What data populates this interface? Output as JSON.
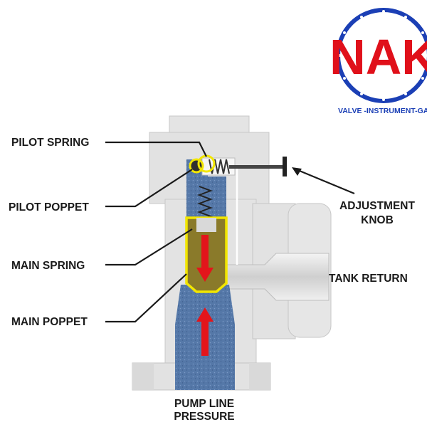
{
  "logo": {
    "name": "NAK",
    "tagline": "VALVE -INSTRUMENT-GASKI",
    "ring_color": "#1b3fb5",
    "text_color": "#e0101a"
  },
  "labels": {
    "pilot_spring": "PILOT SPRING",
    "pilot_poppet": "PILOT POPPET",
    "main_spring": "MAIN SPRING",
    "main_poppet": "MAIN POPPET",
    "adjustment_knob_line1": "ADJUSTMENT",
    "adjustment_knob_line2": "KNOB",
    "tank_return": "TANK RETURN",
    "pump_line_line1": "PUMP LINE",
    "pump_line_line2": "PRESSURE"
  },
  "colors": {
    "body": "#e2e2e2",
    "fluid": "#5578a8",
    "highlight": "#f2e600",
    "flow_arrow": "#e3151b"
  }
}
